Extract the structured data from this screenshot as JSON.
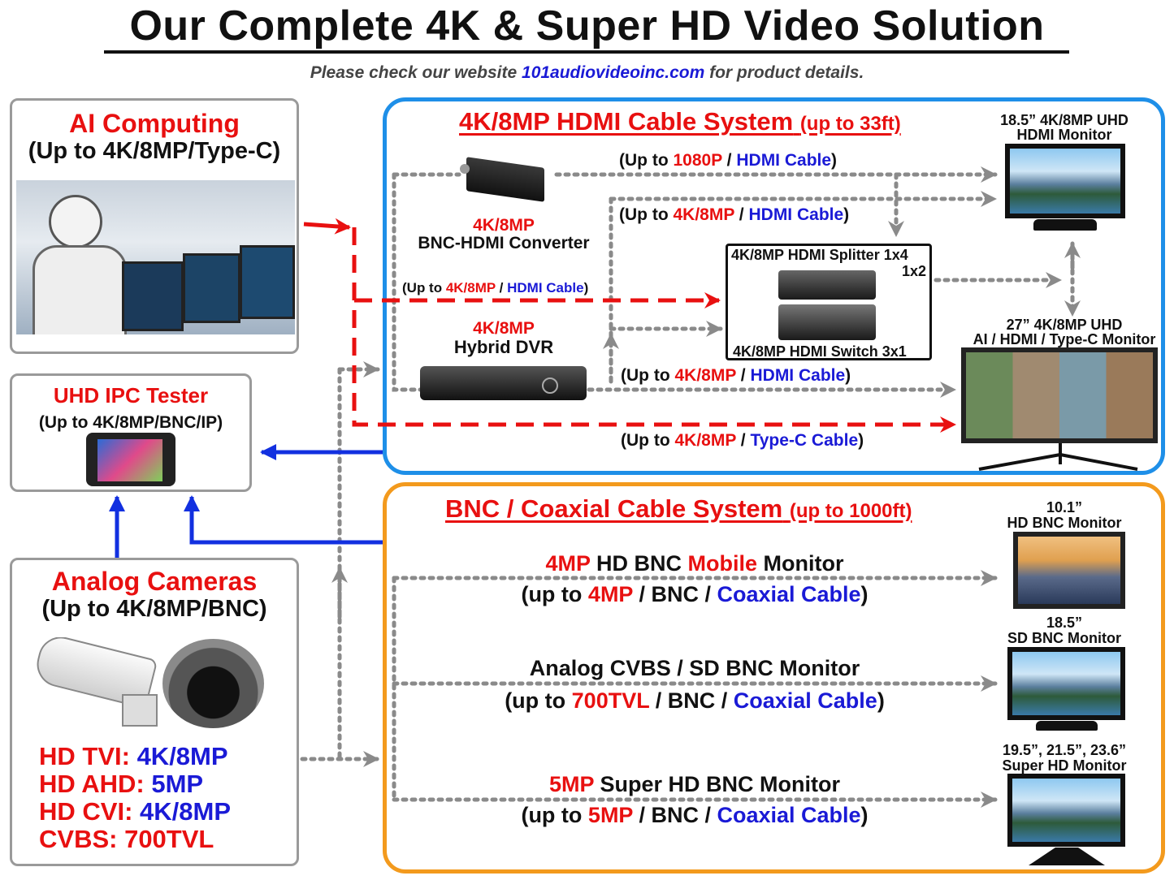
{
  "header": {
    "title": "Our Complete 4K & Super HD Video Solution",
    "subtitle_before": "Please check our website ",
    "subtitle_link": "101audiovideoinc.com",
    "subtitle_after": " for product details."
  },
  "left": {
    "ai": {
      "title": "AI Computing",
      "subtitle": "(Up to 4K/8MP/Type-C)"
    },
    "tester": {
      "title": "UHD IPC Tester",
      "subtitle": "(Up to 4K/8MP/BNC/IP)"
    },
    "cameras": {
      "title": "Analog Cameras",
      "subtitle": "(Up to 4K/8MP/BNC)",
      "specs": [
        {
          "name": "HD TVI:",
          "value": "4K/8MP"
        },
        {
          "name": "HD AHD:",
          "value": "5MP"
        },
        {
          "name": "HD CVI:",
          "value": "4K/8MP"
        },
        {
          "name": "CVBS:",
          "value": "700TVL"
        }
      ]
    }
  },
  "hdmi_system": {
    "title": "4K/8MP HDMI Cable System",
    "title_range": "(up to 33ft)",
    "converter": {
      "res": "4K/8MP",
      "name": "BNC-HDMI Converter"
    },
    "dvr": {
      "res": "4K/8MP",
      "name": "Hybrid DVR"
    },
    "splitter_label": "4K/8MP HDMI Splitter 1x4",
    "splitter_label2": "1x2",
    "switch_label": "4K/8MP HDMI Switch 3x1",
    "link1": {
      "pre": "(Up to ",
      "res": "1080P",
      "sep": " / ",
      "cable": "HDMI Cable",
      "post": ")"
    },
    "link2": {
      "pre": "(Up to ",
      "res": "4K/8MP",
      "sep": " / ",
      "cable": "HDMI Cable",
      "post": ")"
    },
    "link3": {
      "pre": "(Up to ",
      "res": "4K/8MP",
      "sep": " / ",
      "cable": "HDMI Cable",
      "post": ")"
    },
    "link4": {
      "pre": "(Up to ",
      "res": "4K/8MP",
      "sep": " / ",
      "cable": "HDMI Cable",
      "post": ")"
    },
    "link5": {
      "pre": "(Up to ",
      "res": "4K/8MP",
      "sep": " / ",
      "cable": "Type-C Cable",
      "post": ")"
    },
    "monitor1": {
      "line1": "18.5” 4K/8MP UHD",
      "line2": "HDMI Monitor"
    },
    "monitor2": {
      "line1": "27” 4K/8MP UHD",
      "line2": "AI / HDMI / Type-C Monitor"
    }
  },
  "bnc_system": {
    "title": "BNC / Coaxial Cable System",
    "title_range": "(up to 1000ft)",
    "row1": {
      "a": "4MP",
      "b": " HD BNC ",
      "c": "Mobile",
      "d": " Monitor",
      "pre": "(up to ",
      "res": "4MP",
      "mid": " / BNC / ",
      "cable": "Coaxial Cable",
      "post": ")"
    },
    "row2": {
      "name": "Analog CVBS / SD BNC Monitor",
      "pre": "(up to ",
      "res": "700TVL",
      "mid": " / BNC / ",
      "cable": "Coaxial Cable",
      "post": ")"
    },
    "row3": {
      "a": "5MP",
      "b": " Super HD BNC Monitor",
      "pre": "(up to ",
      "res": "5MP",
      "mid": " / BNC / ",
      "cable": "Coaxial Cable",
      "post": ")"
    },
    "monitor1": {
      "line1": "10.1”",
      "line2": "HD BNC Monitor"
    },
    "monitor2": {
      "line1": "18.5”",
      "line2": "SD BNC Monitor"
    },
    "monitor3": {
      "line1": "19.5”, 21.5”, 23.6”",
      "line2": "Super HD Monitor"
    }
  },
  "colors": {
    "red": "#e81010",
    "blue": "#1a1ad6",
    "hdmi_border": "#1e8fe8",
    "bnc_border": "#f39a1d",
    "arrow_blue": "#1230e0",
    "dotted": "#8a8a8a"
  }
}
